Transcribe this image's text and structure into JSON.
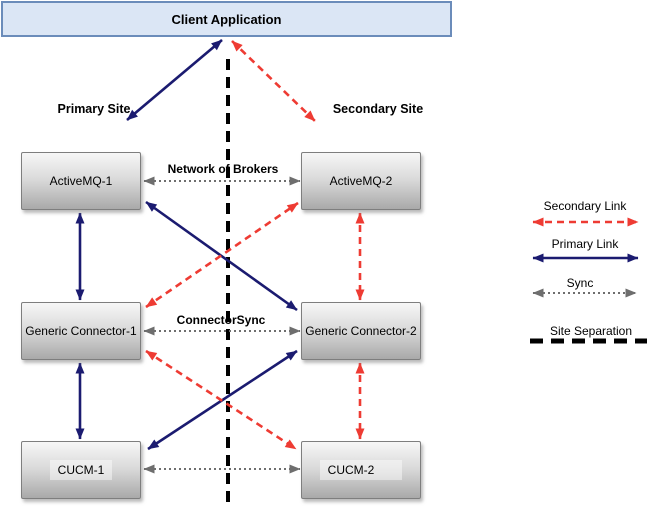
{
  "nodes": {
    "client": {
      "label": "Client Application"
    },
    "amq1": {
      "label": "ActiveMQ-1"
    },
    "amq2": {
      "label": "ActiveMQ-2"
    },
    "gc1": {
      "label": "Generic Connector-1"
    },
    "gc2": {
      "label": "Generic Connector-2"
    },
    "cucm1": {
      "label": "CUCM-1"
    },
    "cucm2": {
      "label": "CUCM-2"
    }
  },
  "site_labels": {
    "primary": "Primary Site",
    "secondary": "Secondary Site"
  },
  "edge_labels": {
    "network_of_brokers": "Network of Brokers",
    "connector_sync": "ConnectorSync"
  },
  "legend": {
    "secondary_link": "Secondary Link",
    "primary_link": "Primary Link",
    "sync": "Sync",
    "site_separation": "Site Separation"
  },
  "colors": {
    "primary_link": "#1b1b70",
    "secondary_link": "#ee3b33",
    "sync": "#6e6e6e",
    "site_separation": "#000000",
    "client_box_fill": "#dbe6f5",
    "client_box_border": "#6b8cba",
    "node_fill_top": "#f7f7f7",
    "node_fill_bottom": "#a9a9a9"
  },
  "connections": [
    {
      "from": "Client Application",
      "to": "Primary Site",
      "type": "Primary Link"
    },
    {
      "from": "Client Application",
      "to": "Secondary Site",
      "type": "Secondary Link"
    },
    {
      "from": "ActiveMQ-1",
      "to": "ActiveMQ-2",
      "type": "Sync",
      "label": "Network of Brokers"
    },
    {
      "from": "ActiveMQ-1",
      "to": "Generic Connector-1",
      "type": "Primary Link"
    },
    {
      "from": "ActiveMQ-1",
      "to": "Generic Connector-2",
      "type": "Primary Link"
    },
    {
      "from": "ActiveMQ-2",
      "to": "Generic Connector-1",
      "type": "Secondary Link"
    },
    {
      "from": "ActiveMQ-2",
      "to": "Generic Connector-2",
      "type": "Secondary Link"
    },
    {
      "from": "Generic Connector-1",
      "to": "Generic Connector-2",
      "type": "Sync",
      "label": "ConnectorSync"
    },
    {
      "from": "Generic Connector-1",
      "to": "CUCM-1",
      "type": "Primary Link"
    },
    {
      "from": "Generic Connector-2",
      "to": "CUCM-1",
      "type": "Primary Link"
    },
    {
      "from": "Generic Connector-1",
      "to": "CUCM-2",
      "type": "Secondary Link"
    },
    {
      "from": "Generic Connector-2",
      "to": "CUCM-2",
      "type": "Secondary Link"
    },
    {
      "from": "CUCM-1",
      "to": "CUCM-2",
      "type": "Sync"
    }
  ]
}
